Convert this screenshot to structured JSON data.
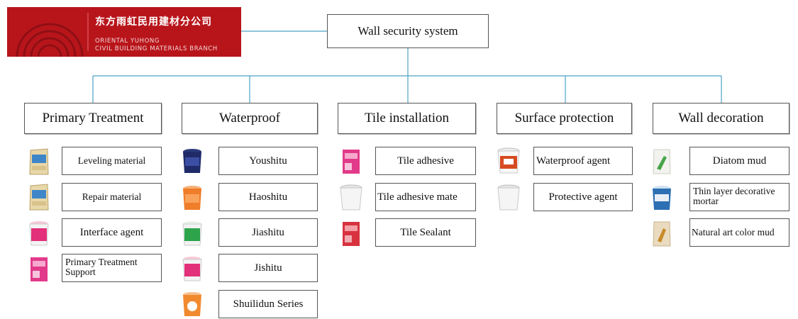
{
  "logo": {
    "chinese": "东方雨虹民用建材分公司",
    "english_line1": "ORIENTAL YUHONG",
    "english_line2": "CIVIL BUILDING MATERIALS BRANCH"
  },
  "root": {
    "label": "Wall security system"
  },
  "categories": [
    {
      "label": "Primary Treatment",
      "items": [
        "Leveling material",
        "Repair material",
        "Interface agent",
        "Primary Treatment Support"
      ]
    },
    {
      "label": "Waterproof",
      "items": [
        "Youshitu",
        "Haoshitu",
        "Jiashitu",
        "Jishitu",
        "Shuilidun Series"
      ]
    },
    {
      "label": "Tile installation",
      "items": [
        "Tile adhesive",
        "Tile adhesive mate",
        "Tile Sealant"
      ]
    },
    {
      "label": "Surface protection",
      "items": [
        "Waterproof agent",
        "Protective agent"
      ]
    },
    {
      "label": "Wall decoration",
      "items": [
        "Diatom mud",
        "Thin layer decorative mortar",
        "Natural art color mud"
      ]
    }
  ],
  "colors": {
    "connector": "#4aa3c4",
    "logo_bg": "#b8151b",
    "box_border": "#555555"
  },
  "icons": {
    "primary": [
      "cement-bag-icon",
      "cement-bag-icon",
      "pink-bucket-icon",
      "pink-box-icon"
    ],
    "waterproof": [
      "navy-bucket-icon",
      "orange-bucket-icon",
      "green-bucket-icon",
      "pink-bucket-icon",
      "orange-white-bucket-icon"
    ],
    "tile": [
      "pink-box-icon",
      "white-bucket-icon",
      "red-box-icon"
    ],
    "surface": [
      "red-white-bucket-icon",
      "white-bucket-icon"
    ],
    "decoration": [
      "green-bag-icon",
      "blue-bucket-icon",
      "beige-bag-icon"
    ]
  }
}
